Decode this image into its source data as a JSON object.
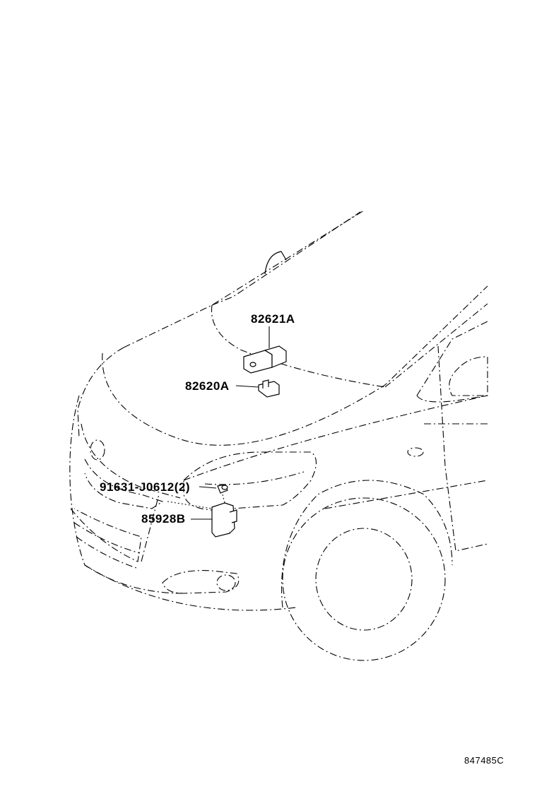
{
  "parts": [
    {
      "id": "p1",
      "number": "82621A"
    },
    {
      "id": "p2",
      "number": "82620A"
    },
    {
      "id": "p3",
      "number": "91631-J0612(2)"
    },
    {
      "id": "p4",
      "number": "85928B"
    }
  ],
  "figure_code": "847485C"
}
